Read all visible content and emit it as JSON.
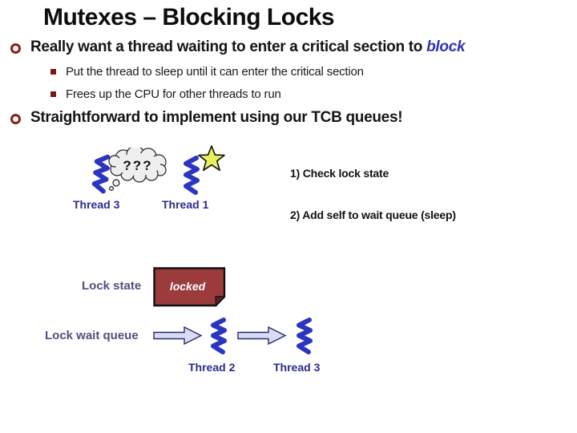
{
  "slide": {
    "title": "Mutexes – Blocking Locks",
    "bullet1": {
      "text": "Really want a thread waiting to enter a critical section to",
      "emphasis": "block"
    },
    "sub_bullets": [
      "Put the thread to sleep until it can enter the critical section",
      "Frees up the CPU for other threads to run"
    ],
    "bullet2": "Straightforward to implement using our TCB queues!"
  },
  "diagram": {
    "thought_text": "???",
    "top_threads": [
      {
        "label": "Thread 3"
      },
      {
        "label": "Thread 1"
      }
    ],
    "steps": [
      "1) Check lock state",
      "2) Add self to wait queue (sleep)"
    ],
    "lock_state": {
      "label": "Lock state",
      "value": "locked"
    },
    "wait_queue": {
      "label": "Lock wait queue",
      "threads": [
        "Thread 2",
        "Thread 3"
      ]
    }
  },
  "colors": {
    "bullet_ring": "#8B1E1E",
    "sub_bullet_square": "#7D1717",
    "emphasis": "#3232B4",
    "thread_squiggle": "#2B35C0",
    "thread_label": "#2B2B8C",
    "diagram_label_purple": "#5B4A7E",
    "locked_note_fill": "#9C3B3B",
    "arrow_fill": "#D9DCF5",
    "star_fill": "#E9F05E",
    "thought_bubble_fill": "#EFEFEF"
  }
}
